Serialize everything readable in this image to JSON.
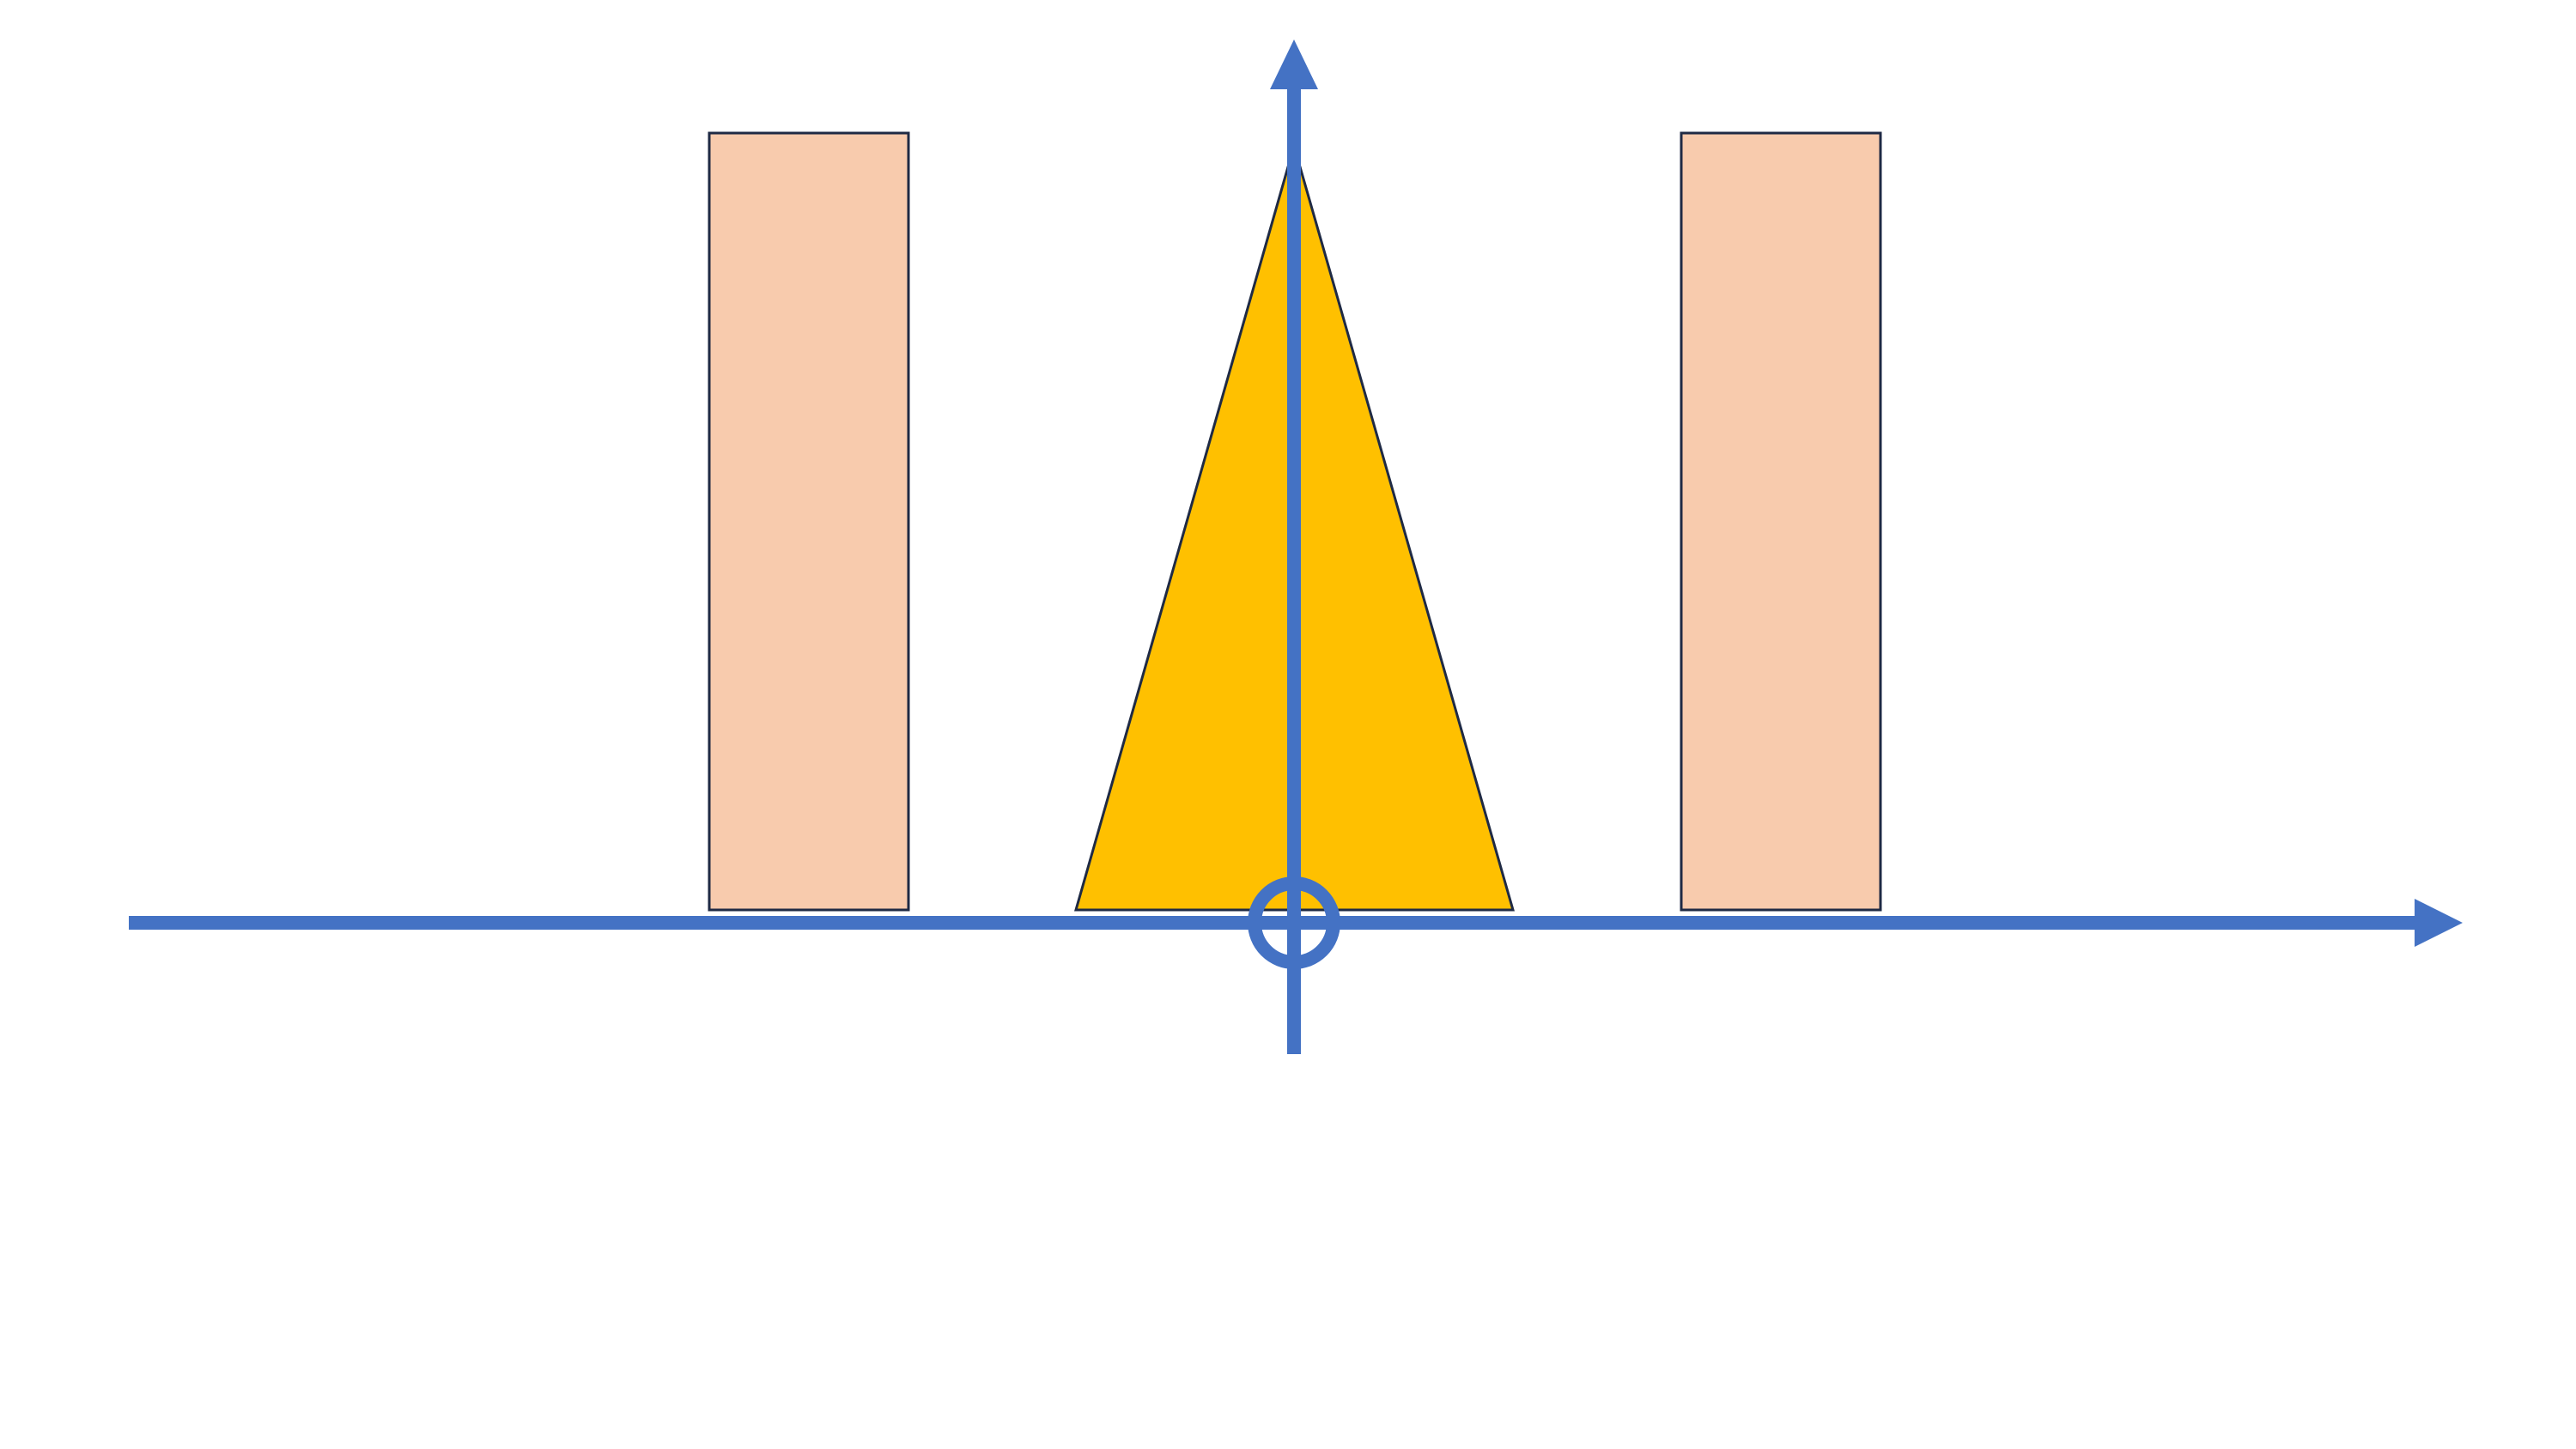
{
  "colors": {
    "background": "#ffffff",
    "axis": "#4472c4",
    "rectangle_fill": "#f8cbad",
    "triangle_fill": "#ffc000",
    "shape_outline": "#1f2a44"
  },
  "shapes": {
    "left_rectangle": {
      "kind": "rectangle"
    },
    "center_triangle": {
      "kind": "triangle"
    },
    "right_rectangle": {
      "kind": "rectangle"
    }
  },
  "axes": {
    "horizontal": {
      "kind": "arrow",
      "direction": "right"
    },
    "vertical": {
      "kind": "arrow",
      "direction": "up"
    },
    "origin": {
      "kind": "circle"
    }
  }
}
